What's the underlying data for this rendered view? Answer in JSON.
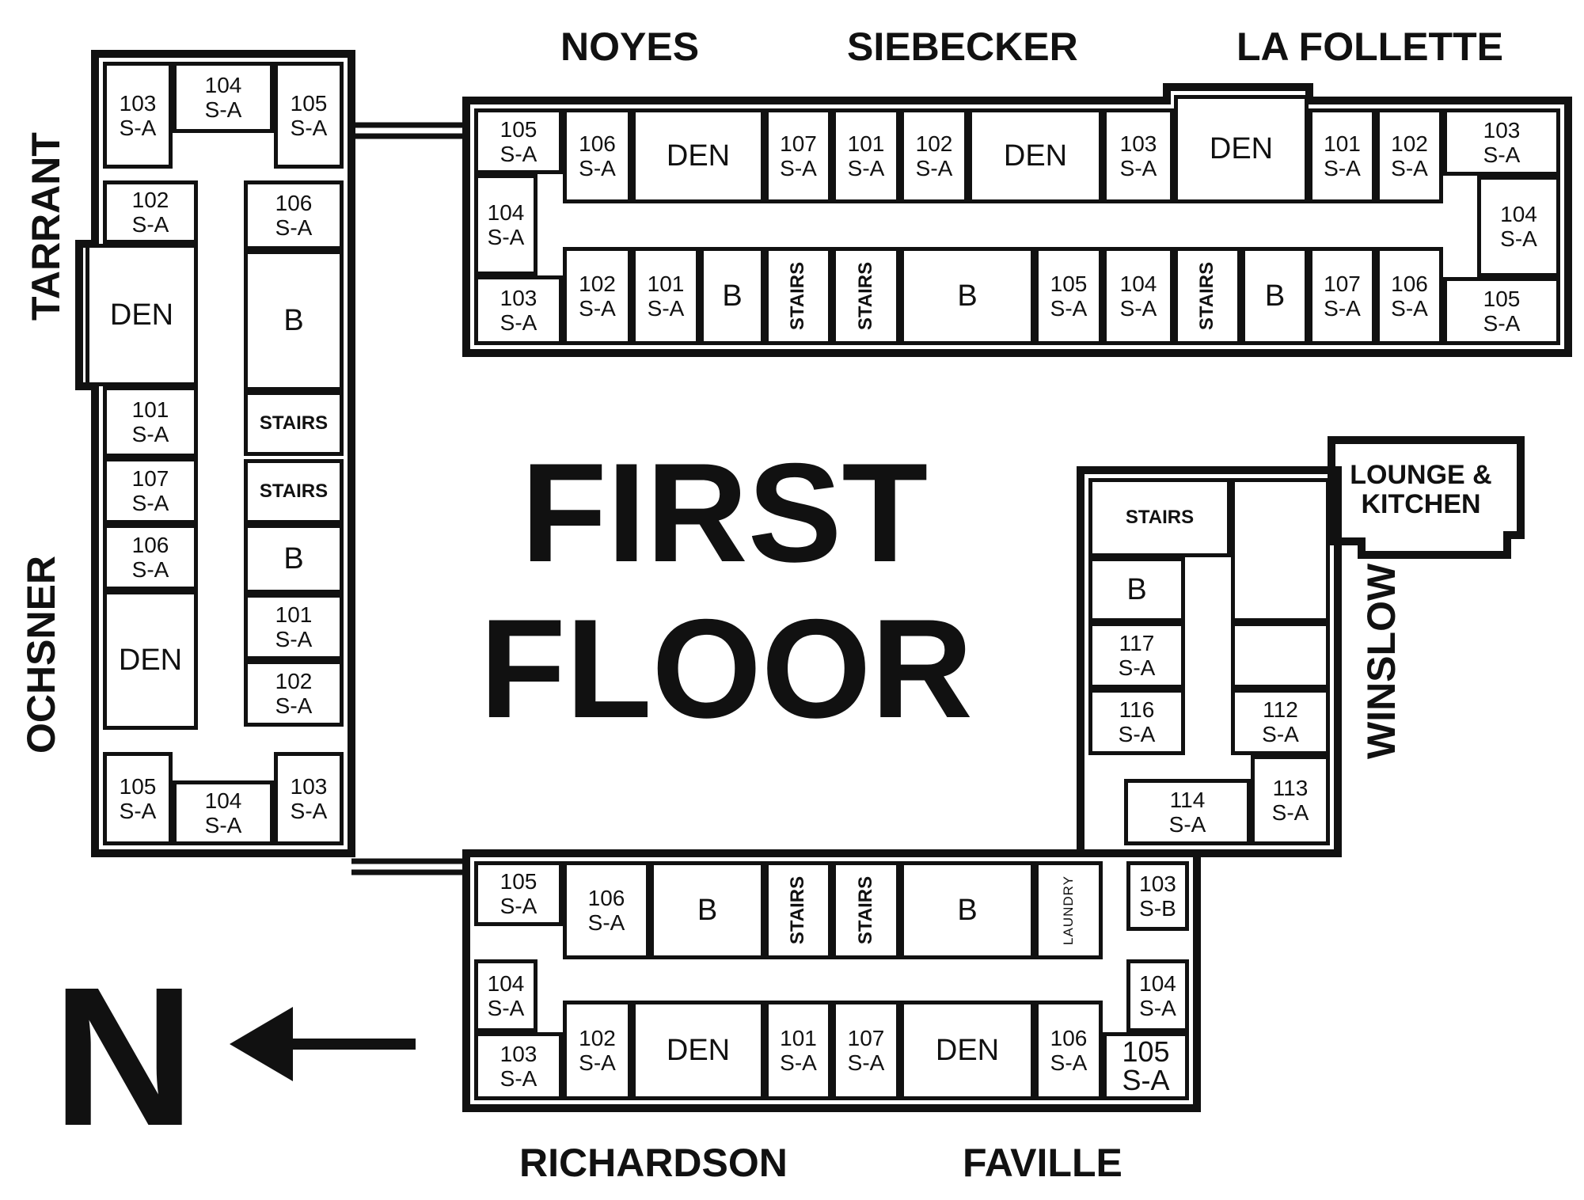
{
  "title": {
    "line1": "FIRST",
    "line2": "FLOOR"
  },
  "compass": {
    "letter": "N",
    "icon": "arrow-left-icon"
  },
  "colors": {
    "ink": "#111111",
    "background": "#ffffff"
  },
  "halls": {
    "noyes": "NOYES",
    "siebecker": "SIEBECKER",
    "la_follette": "LA FOLLETTE",
    "tarrant": "TARRANT",
    "ochsner": "OCHSNER",
    "winslow": "WINSLOW",
    "richardson": "RICHARDSON",
    "faville": "FAVILLE"
  },
  "rooms": [
    {
      "label": "103\nS-A"
    },
    {
      "label": "104\nS-A"
    },
    {
      "label": "105\nS-A"
    },
    {
      "label": "102\nS-A"
    },
    {
      "label": "106\nS-A"
    },
    {
      "label": "DEN"
    },
    {
      "label": "B"
    },
    {
      "label": "101\nS-A"
    },
    {
      "label": "STAIRS"
    },
    {
      "label": "107\nS-A"
    },
    {
      "label": "STAIRS"
    },
    {
      "label": "106\nS-A"
    },
    {
      "label": "B"
    },
    {
      "label": "DEN"
    },
    {
      "label": "101\nS-A"
    },
    {
      "label": "102\nS-A"
    },
    {
      "label": "105\nS-A"
    },
    {
      "label": "104\nS-A"
    },
    {
      "label": "103\nS-A"
    },
    {
      "label": "105\nS-A"
    },
    {
      "label": "106\nS-A"
    },
    {
      "label": "DEN"
    },
    {
      "label": "107\nS-A"
    },
    {
      "label": "101\nS-A"
    },
    {
      "label": "102\nS-A"
    },
    {
      "label": "DEN"
    },
    {
      "label": "103\nS-A"
    },
    {
      "label": "DEN"
    },
    {
      "label": "101\nS-A"
    },
    {
      "label": "102\nS-A"
    },
    {
      "label": "103\nS-A"
    },
    {
      "label": "104\nS-A"
    },
    {
      "label": "104\nS-A"
    },
    {
      "label": "103\nS-A"
    },
    {
      "label": "102\nS-A"
    },
    {
      "label": "101\nS-A"
    },
    {
      "label": "B"
    },
    {
      "label": "STAIRS"
    },
    {
      "label": "STAIRS"
    },
    {
      "label": "B"
    },
    {
      "label": "105\nS-A"
    },
    {
      "label": "104\nS-A"
    },
    {
      "label": "STAIRS"
    },
    {
      "label": "B"
    },
    {
      "label": "107\nS-A"
    },
    {
      "label": "106\nS-A"
    },
    {
      "label": "105\nS-A"
    },
    {
      "label": "LOUNGE &\nKITCHEN"
    },
    {
      "label": "STAIRS"
    },
    {
      "label": ""
    },
    {
      "label": "B"
    },
    {
      "label": "117\nS-A"
    },
    {
      "label": "116\nS-A"
    },
    {
      "label": ""
    },
    {
      "label": "112\nS-A"
    },
    {
      "label": "114\nS-A"
    },
    {
      "label": "113\nS-A"
    },
    {
      "label": "105\nS-A"
    },
    {
      "label": "106\nS-A"
    },
    {
      "label": "B"
    },
    {
      "label": "STAIRS"
    },
    {
      "label": "STAIRS"
    },
    {
      "label": "B"
    },
    {
      "label": "LAUNDRY"
    },
    {
      "label": "103\nS-B"
    },
    {
      "label": "104\nS-A"
    },
    {
      "label": "104\nS-A"
    },
    {
      "label": "103\nS-A"
    },
    {
      "label": "102\nS-A"
    },
    {
      "label": "DEN"
    },
    {
      "label": "101\nS-A"
    },
    {
      "label": "107\nS-A"
    },
    {
      "label": "DEN"
    },
    {
      "label": "106\nS-A"
    },
    {
      "label": "105\nS-A"
    }
  ]
}
